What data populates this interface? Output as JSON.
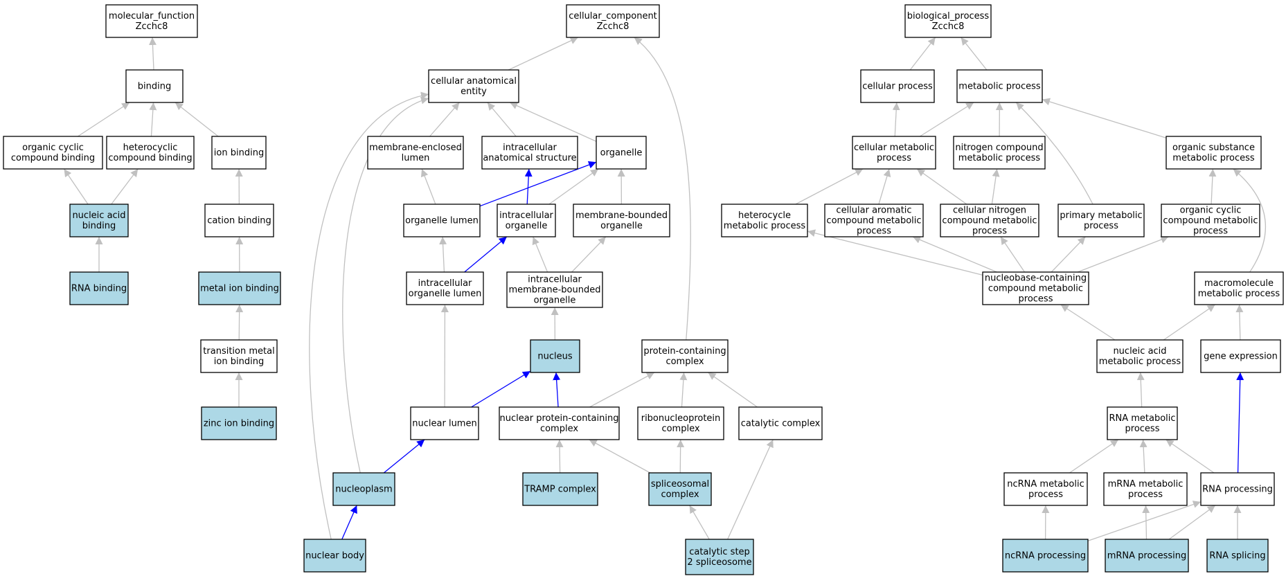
{
  "colors": {
    "annotated_fill": "#add8e6",
    "plain_fill": "#ffffff",
    "edge_gray": "#c0c0c0",
    "edge_blue": "#0000ff"
  },
  "nodes": [
    {
      "id": "mf_root",
      "lines": [
        "molecular_function",
        "Zcchc8"
      ],
      "annotated": false
    },
    {
      "id": "binding",
      "lines": [
        "binding"
      ],
      "annotated": false
    },
    {
      "id": "org_cyc_bind",
      "lines": [
        "organic cyclic",
        "compound binding"
      ],
      "annotated": false
    },
    {
      "id": "het_bind",
      "lines": [
        "heterocyclic",
        "compound binding"
      ],
      "annotated": false
    },
    {
      "id": "ion_bind",
      "lines": [
        "ion binding"
      ],
      "annotated": false
    },
    {
      "id": "nuc_acid_bind",
      "lines": [
        "nucleic acid",
        "binding"
      ],
      "annotated": true
    },
    {
      "id": "cation_bind",
      "lines": [
        "cation binding"
      ],
      "annotated": false
    },
    {
      "id": "rna_bind",
      "lines": [
        "RNA binding"
      ],
      "annotated": true
    },
    {
      "id": "metal_ion_bind",
      "lines": [
        "metal ion binding"
      ],
      "annotated": true
    },
    {
      "id": "trans_metal_bind",
      "lines": [
        "transition metal",
        "ion binding"
      ],
      "annotated": false
    },
    {
      "id": "zinc_ion_bind",
      "lines": [
        "zinc ion binding"
      ],
      "annotated": true
    },
    {
      "id": "cc_root",
      "lines": [
        "cellular_component",
        "Zcchc8"
      ],
      "annotated": false
    },
    {
      "id": "cell_anat",
      "lines": [
        "cellular anatomical",
        "entity"
      ],
      "annotated": false
    },
    {
      "id": "mem_encl_lumen",
      "lines": [
        "membrane-enclosed",
        "lumen"
      ],
      "annotated": false
    },
    {
      "id": "intra_anat",
      "lines": [
        "intracellular",
        "anatomical structure"
      ],
      "annotated": false
    },
    {
      "id": "organelle",
      "lines": [
        "organelle"
      ],
      "annotated": false
    },
    {
      "id": "organelle_lumen",
      "lines": [
        "organelle lumen"
      ],
      "annotated": false
    },
    {
      "id": "intra_organelle",
      "lines": [
        "intracellular",
        "organelle"
      ],
      "annotated": false
    },
    {
      "id": "mem_bound_org",
      "lines": [
        "membrane-bounded",
        "organelle"
      ],
      "annotated": false
    },
    {
      "id": "intra_org_lumen",
      "lines": [
        "intracellular",
        "organelle lumen"
      ],
      "annotated": false
    },
    {
      "id": "intra_mem_bound",
      "lines": [
        "intracellular",
        "membrane-bounded",
        "organelle"
      ],
      "annotated": false
    },
    {
      "id": "nucleus",
      "lines": [
        "nucleus"
      ],
      "annotated": true
    },
    {
      "id": "prot_complex",
      "lines": [
        "protein-containing",
        "complex"
      ],
      "annotated": false
    },
    {
      "id": "nuclear_lumen",
      "lines": [
        "nuclear lumen"
      ],
      "annotated": false
    },
    {
      "id": "nuc_prot_complex",
      "lines": [
        "nuclear protein-containing",
        "complex"
      ],
      "annotated": false
    },
    {
      "id": "rnp_complex",
      "lines": [
        "ribonucleoprotein",
        "complex"
      ],
      "annotated": false
    },
    {
      "id": "catalytic_complex",
      "lines": [
        "catalytic complex"
      ],
      "annotated": false
    },
    {
      "id": "nucleoplasm",
      "lines": [
        "nucleoplasm"
      ],
      "annotated": true
    },
    {
      "id": "tramp",
      "lines": [
        "TRAMP complex"
      ],
      "annotated": true
    },
    {
      "id": "spliceosomal",
      "lines": [
        "spliceosomal",
        "complex"
      ],
      "annotated": true
    },
    {
      "id": "nuclear_body",
      "lines": [
        "nuclear body"
      ],
      "annotated": true
    },
    {
      "id": "cat_step2",
      "lines": [
        "catalytic step",
        "2 spliceosome"
      ],
      "annotated": true
    },
    {
      "id": "bp_root",
      "lines": [
        "biological_process",
        "Zcchc8"
      ],
      "annotated": false
    },
    {
      "id": "cell_proc",
      "lines": [
        "cellular process"
      ],
      "annotated": false
    },
    {
      "id": "metab_proc",
      "lines": [
        "metabolic process"
      ],
      "annotated": false
    },
    {
      "id": "cell_metab",
      "lines": [
        "cellular metabolic",
        "process"
      ],
      "annotated": false
    },
    {
      "id": "nitro_metab",
      "lines": [
        "nitrogen compound",
        "metabolic process"
      ],
      "annotated": false
    },
    {
      "id": "org_subst_metab",
      "lines": [
        "organic substance",
        "metabolic process"
      ],
      "annotated": false
    },
    {
      "id": "hetero_metab",
      "lines": [
        "heterocycle",
        "metabolic process"
      ],
      "annotated": false
    },
    {
      "id": "cell_arom_metab",
      "lines": [
        "cellular aromatic",
        "compound metabolic",
        "process"
      ],
      "annotated": false
    },
    {
      "id": "cell_nitro_metab",
      "lines": [
        "cellular nitrogen",
        "compound metabolic",
        "process"
      ],
      "annotated": false
    },
    {
      "id": "prim_metab",
      "lines": [
        "primary metabolic",
        "process"
      ],
      "annotated": false
    },
    {
      "id": "org_cyc_metab",
      "lines": [
        "organic cyclic",
        "compound metabolic",
        "process"
      ],
      "annotated": false
    },
    {
      "id": "nucleobase_metab",
      "lines": [
        "nucleobase-containing",
        "compound metabolic",
        "process"
      ],
      "annotated": false
    },
    {
      "id": "macromol_metab",
      "lines": [
        "macromolecule",
        "metabolic process"
      ],
      "annotated": false
    },
    {
      "id": "nuc_acid_metab",
      "lines": [
        "nucleic acid",
        "metabolic process"
      ],
      "annotated": false
    },
    {
      "id": "gene_expr",
      "lines": [
        "gene expression"
      ],
      "annotated": false
    },
    {
      "id": "rna_metab",
      "lines": [
        "RNA metabolic",
        "process"
      ],
      "annotated": false
    },
    {
      "id": "ncrna_metab",
      "lines": [
        "ncRNA metabolic",
        "process"
      ],
      "annotated": false
    },
    {
      "id": "mrna_metab",
      "lines": [
        "mRNA metabolic",
        "process"
      ],
      "annotated": false
    },
    {
      "id": "rna_proc",
      "lines": [
        "RNA processing"
      ],
      "annotated": false
    },
    {
      "id": "ncrna_proc",
      "lines": [
        "ncRNA processing"
      ],
      "annotated": true
    },
    {
      "id": "mrna_proc",
      "lines": [
        "mRNA processing"
      ],
      "annotated": true
    },
    {
      "id": "rna_splicing",
      "lines": [
        "RNA splicing"
      ],
      "annotated": true
    }
  ],
  "edges": [
    [
      "binding",
      "mf_root",
      false
    ],
    [
      "org_cyc_bind",
      "binding",
      false
    ],
    [
      "het_bind",
      "binding",
      false
    ],
    [
      "ion_bind",
      "binding",
      false
    ],
    [
      "nuc_acid_bind",
      "org_cyc_bind",
      false
    ],
    [
      "nuc_acid_bind",
      "het_bind",
      false
    ],
    [
      "cation_bind",
      "ion_bind",
      false
    ],
    [
      "rna_bind",
      "nuc_acid_bind",
      false
    ],
    [
      "metal_ion_bind",
      "cation_bind",
      false
    ],
    [
      "trans_metal_bind",
      "metal_ion_bind",
      false
    ],
    [
      "zinc_ion_bind",
      "trans_metal_bind",
      false
    ],
    [
      "cell_anat",
      "cc_root",
      false
    ],
    [
      "prot_complex",
      "cc_root",
      false
    ],
    [
      "mem_encl_lumen",
      "cell_anat",
      false
    ],
    [
      "intra_anat",
      "cell_anat",
      false
    ],
    [
      "organelle",
      "cell_anat",
      false
    ],
    [
      "nucleoplasm",
      "cell_anat",
      false
    ],
    [
      "nuclear_body",
      "cell_anat",
      false
    ],
    [
      "organelle_lumen",
      "mem_encl_lumen",
      false
    ],
    [
      "organelle_lumen",
      "organelle",
      true
    ],
    [
      "intra_organelle",
      "intra_anat",
      true
    ],
    [
      "intra_organelle",
      "organelle",
      false
    ],
    [
      "mem_bound_org",
      "organelle",
      false
    ],
    [
      "intra_org_lumen",
      "organelle_lumen",
      false
    ],
    [
      "intra_org_lumen",
      "intra_organelle",
      true
    ],
    [
      "intra_mem_bound",
      "intra_organelle",
      false
    ],
    [
      "intra_mem_bound",
      "mem_bound_org",
      false
    ],
    [
      "nucleus",
      "intra_mem_bound",
      false
    ],
    [
      "nuclear_lumen",
      "intra_org_lumen",
      false
    ],
    [
      "nuclear_lumen",
      "nucleus",
      true
    ],
    [
      "nuc_prot_complex",
      "nucleus",
      true
    ],
    [
      "nuc_prot_complex",
      "prot_complex",
      false
    ],
    [
      "rnp_complex",
      "prot_complex",
      false
    ],
    [
      "catalytic_complex",
      "prot_complex",
      false
    ],
    [
      "nucleoplasm",
      "nuclear_lumen",
      true
    ],
    [
      "tramp",
      "nuc_prot_complex",
      false
    ],
    [
      "spliceosomal",
      "nuc_prot_complex",
      false
    ],
    [
      "spliceosomal",
      "rnp_complex",
      false
    ],
    [
      "nuclear_body",
      "nucleoplasm",
      true
    ],
    [
      "cat_step2",
      "spliceosomal",
      false
    ],
    [
      "cat_step2",
      "catalytic_complex",
      false
    ],
    [
      "cell_proc",
      "bp_root",
      false
    ],
    [
      "metab_proc",
      "bp_root",
      false
    ],
    [
      "cell_metab",
      "cell_proc",
      false
    ],
    [
      "cell_metab",
      "metab_proc",
      false
    ],
    [
      "nitro_metab",
      "metab_proc",
      false
    ],
    [
      "prim_metab",
      "metab_proc",
      false
    ],
    [
      "org_subst_metab",
      "metab_proc",
      false
    ],
    [
      "hetero_metab",
      "cell_metab",
      false
    ],
    [
      "cell_arom_metab",
      "cell_metab",
      false
    ],
    [
      "cell_nitro_metab",
      "cell_metab",
      false
    ],
    [
      "cell_nitro_metab",
      "nitro_metab",
      false
    ],
    [
      "org_cyc_metab",
      "org_subst_metab",
      false
    ],
    [
      "macromol_metab",
      "org_subst_metab",
      false
    ],
    [
      "nucleobase_metab",
      "hetero_metab",
      false
    ],
    [
      "nucleobase_metab",
      "cell_arom_metab",
      false
    ],
    [
      "nucleobase_metab",
      "cell_nitro_metab",
      false
    ],
    [
      "nucleobase_metab",
      "prim_metab",
      false
    ],
    [
      "nucleobase_metab",
      "org_cyc_metab",
      false
    ],
    [
      "nuc_acid_metab",
      "nucleobase_metab",
      false
    ],
    [
      "nuc_acid_metab",
      "macromol_metab",
      false
    ],
    [
      "gene_expr",
      "macromol_metab",
      false
    ],
    [
      "rna_metab",
      "nuc_acid_metab",
      false
    ],
    [
      "ncrna_metab",
      "rna_metab",
      false
    ],
    [
      "mrna_metab",
      "rna_metab",
      false
    ],
    [
      "rna_proc",
      "rna_metab",
      false
    ],
    [
      "rna_proc",
      "gene_expr",
      true
    ],
    [
      "ncrna_proc",
      "ncrna_metab",
      false
    ],
    [
      "ncrna_proc",
      "rna_proc",
      false
    ],
    [
      "mrna_proc",
      "mrna_metab",
      false
    ],
    [
      "mrna_proc",
      "rna_proc",
      false
    ],
    [
      "rna_splicing",
      "rna_proc",
      false
    ]
  ]
}
